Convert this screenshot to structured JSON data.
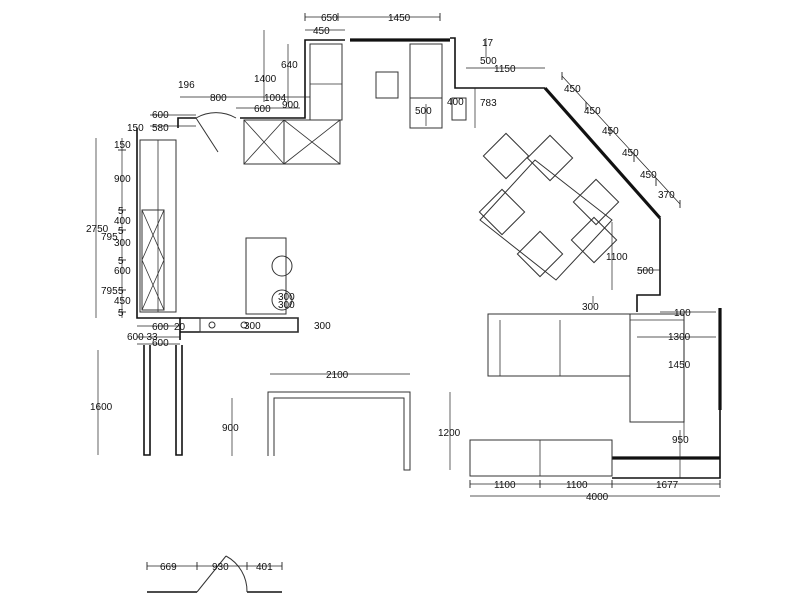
{
  "dimensions": {
    "top_650": "650",
    "top_1450": "1450",
    "top_450": "450",
    "d_1400": "1400",
    "d_640": "640",
    "d_196": "196",
    "d_800": "800",
    "d_1004": "1004",
    "d_600_top": "600",
    "d_900_small": "900",
    "d_600_left": "600",
    "d_150_left": "150",
    "d_580": "580",
    "d_500_stove": "500",
    "d_400_nook": "400",
    "d_783": "783",
    "d_500_top": "500",
    "d_1150": "1150",
    "d_17": "17",
    "col_150": "150",
    "col_900": "900",
    "col_5a": "5",
    "col_400": "400",
    "col_5b": "5",
    "col_300": "300",
    "col_5c": "5",
    "col_600": "600",
    "col_5d": "5",
    "col_450": "450",
    "col_5e": "5",
    "d_2750": "2750",
    "d_795a": "795",
    "d_795b": "795",
    "bot_600a": "600",
    "bot_20": "20",
    "bot_600_33": "600 33",
    "bot_600b": "600",
    "bot_300_sink": "300",
    "d_300_right": "300",
    "d_300_stack_a": "300",
    "d_300_stack_b": "300",
    "d_1600": "1600",
    "d_900_table": "900",
    "d_2100": "2100",
    "d_1200": "1200",
    "diag_450_1": "450",
    "diag_450_2": "450",
    "diag_450_3": "450",
    "diag_450_4": "450",
    "diag_450_5": "450",
    "diag_370": "370",
    "d_1100_dining": "1100",
    "d_500_right": "500",
    "d_300_sofa": "300",
    "d_100": "100",
    "d_1300": "1300",
    "d_1450": "1450",
    "d_950": "950",
    "tv_1100a": "1100",
    "tv_1100b": "1100",
    "tv_1677": "1677",
    "tv_4000": "4000",
    "door_669": "669",
    "door_930": "930",
    "door_401": "401"
  }
}
